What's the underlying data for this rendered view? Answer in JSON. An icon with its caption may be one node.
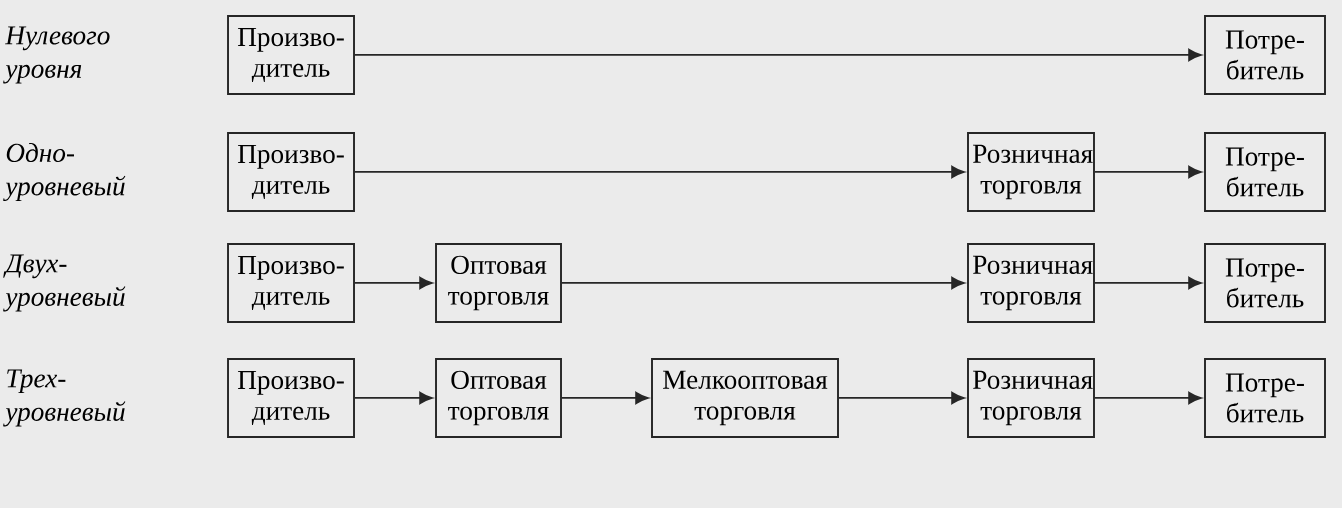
{
  "diagram": {
    "nodes": [
      {
        "text": [
          "Произво-дитель"
        ]
      },
      {
        "text": [
          "Потре-битель"
        ]
      },
      {
        "text": [
          "Произво-дитель"
        ]
      },
      {
        "text": [
          "Розничная торговля"
        ]
      },
      {
        "text": [
          "Потре-битель"
        ]
      },
      {
        "text": [
          "Произво-дитель"
        ]
      },
      {
        "text": [
          "Оптовая торговля"
        ]
      },
      {
        "text": [
          "Розничная торговля"
        ]
      },
      {
        "text": [
          "Потре-битель"
        ]
      },
      {
        "text": [
          "Произво-дитель"
        ]
      },
      {
        "text": [
          "Оптовая торговля"
        ]
      },
      {
        "text": [
          "Мелкооптовая торговля"
        ]
      },
      {
        "text": [
          "Розничная торговля"
        ]
      },
      {
        "text": [
          "Потре-битель"
        ]
      }
    ],
    "edges": [
      {
        "from": 0,
        "to": 1,
        "arrow": "to"
      },
      {
        "from": 2,
        "to": 3,
        "arrow": "to"
      },
      {
        "from": 3,
        "to": 4,
        "arrow": "to"
      },
      {
        "from": 5,
        "to": 6,
        "arrow": "to"
      },
      {
        "from": 6,
        "to": 7,
        "arrow": "to"
      },
      {
        "from": 7,
        "to": 8,
        "arrow": "to"
      },
      {
        "from": 9,
        "to": 10,
        "arrow": "to"
      },
      {
        "from": 10,
        "to": 11,
        "arrow": "to"
      },
      {
        "from": 11,
        "to": 12,
        "arrow": "to"
      },
      {
        "from": 12,
        "to": 13,
        "arrow": "to"
      }
    ],
    "labels": [
      "Нулевого уровня",
      "Одно-уровневый",
      "Двух-уровневый",
      "Трех-уровневый"
    ]
  }
}
